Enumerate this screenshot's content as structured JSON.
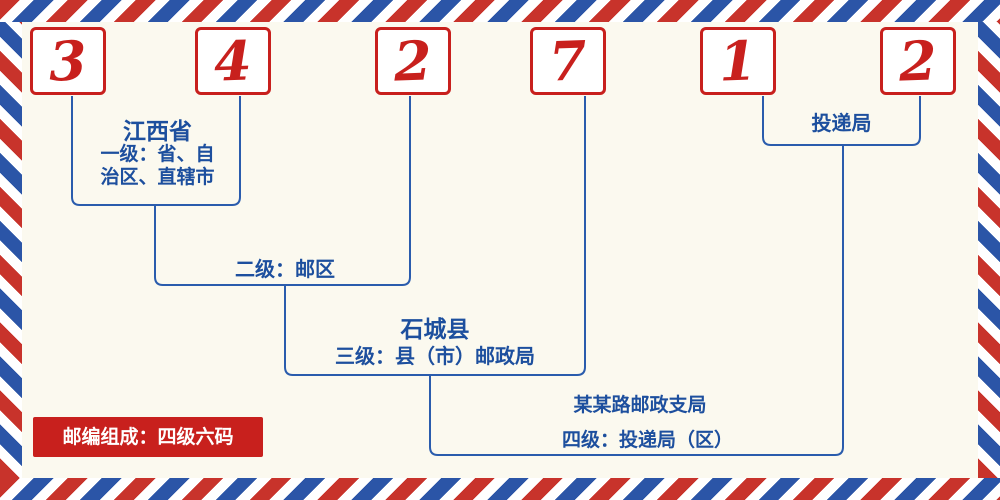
{
  "postal_code": {
    "digits": [
      "3",
      "4",
      "2",
      "7",
      "1",
      "2"
    ]
  },
  "annotations": {
    "level1": {
      "place": "江西省",
      "desc": "一级：省、自\n治区、直辖市"
    },
    "level2": {
      "desc": "二级：邮区"
    },
    "level3": {
      "place": "石城县",
      "desc": "三级：县（市）邮政局"
    },
    "level4": {
      "office": "投递局",
      "branch": "某某路邮政支局",
      "desc": "四级：投递局（区）"
    }
  },
  "footer": {
    "note": "邮编组成：四级六码"
  },
  "colors": {
    "digit_red": "#c8201d",
    "label_blue": "#1d4f9e",
    "connector_blue": "#2a5cad",
    "stripe_red": "#c8332b",
    "stripe_blue": "#2b55a7",
    "footer_bg": "#c8201d",
    "background": "#fbf9ef"
  }
}
